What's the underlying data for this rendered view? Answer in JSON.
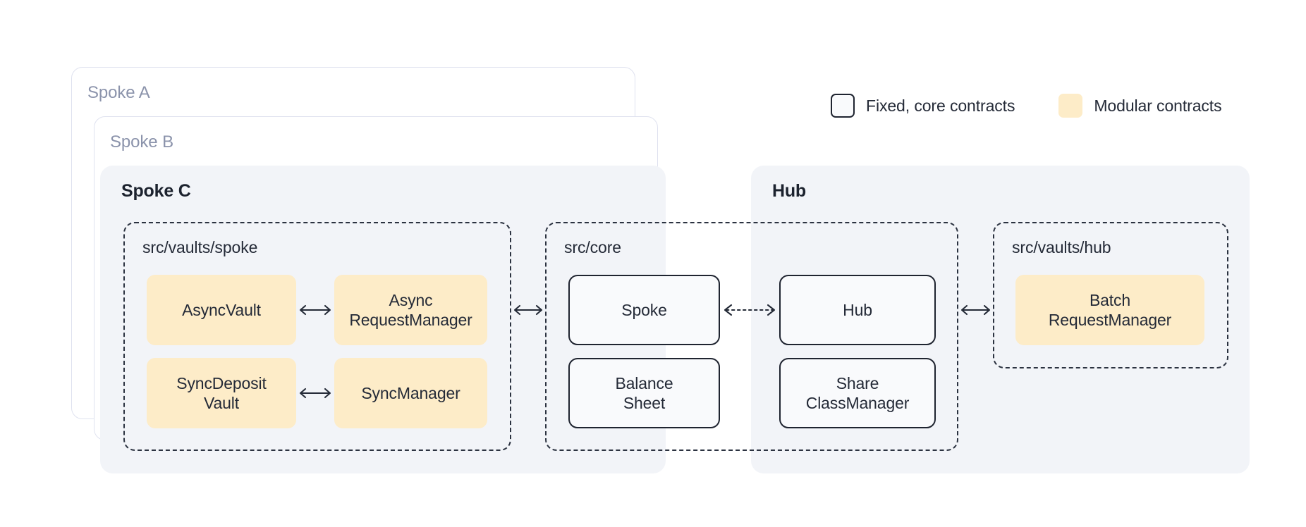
{
  "legend": {
    "items": [
      {
        "label": "Fixed, core contracts",
        "swatch": "outlined-square-swatch",
        "color": "#f9fafc",
        "border": "#1f2430"
      },
      {
        "label": "Modular contracts",
        "swatch": "filled-square-swatch",
        "color": "#fdecc8"
      }
    ]
  },
  "ghost_cards": [
    {
      "title": "Spoke A"
    },
    {
      "title": "Spoke B"
    }
  ],
  "panels": [
    {
      "title": "Spoke C",
      "groups": [
        {
          "label": "src/vaults/spoke",
          "nodes": [
            {
              "label": "AsyncVault",
              "kind": "modular"
            },
            {
              "label": "Async\nRequestManager",
              "line1": "Async",
              "line2": "RequestManager",
              "kind": "modular"
            },
            {
              "label": "SyncDeposit\nVault",
              "line1": "SyncDeposit",
              "line2": "Vault",
              "kind": "modular"
            },
            {
              "label": "SyncManager",
              "kind": "modular"
            }
          ]
        }
      ]
    },
    {
      "title": "Hub",
      "groups": [
        {
          "label": "src/core",
          "nodes": [
            {
              "label": "Spoke",
              "kind": "core"
            },
            {
              "label": "Balance\nSheet",
              "line1": "Balance",
              "line2": "Sheet",
              "kind": "core"
            },
            {
              "label": "Hub",
              "kind": "core"
            },
            {
              "label": "Share\nClassManager",
              "line1": "Share",
              "line2": "ClassManager",
              "kind": "core"
            }
          ]
        },
        {
          "label": "src/vaults/hub",
          "nodes": [
            {
              "label": "Batch\nRequestManager",
              "line1": "Batch",
              "line2": "RequestManager",
              "kind": "modular"
            }
          ]
        }
      ]
    }
  ],
  "connections": [
    {
      "from": "AsyncVault",
      "to": "AsyncRequestManager",
      "style": "solid",
      "heads": "both",
      "glyph": "bidirectional-arrow-icon"
    },
    {
      "from": "SyncDepositVault",
      "to": "SyncManager",
      "style": "solid",
      "heads": "both",
      "glyph": "bidirectional-arrow-icon"
    },
    {
      "from": "src/vaults/spoke",
      "to": "src/core",
      "style": "solid",
      "heads": "both",
      "glyph": "bidirectional-arrow-icon"
    },
    {
      "from": "Spoke",
      "to": "Hub",
      "style": "dotted",
      "heads": "both",
      "glyph": "bidirectional-dotted-arrow-icon"
    },
    {
      "from": "src/core",
      "to": "src/vaults/hub",
      "style": "solid",
      "heads": "both",
      "glyph": "bidirectional-arrow-icon"
    }
  ],
  "colors": {
    "background": "#ffffff",
    "panel_bg": "#f2f4f8",
    "modular_fill": "#fdecc8",
    "core_fill": "#f9fafc",
    "core_stroke": "#1f2430",
    "dashed_stroke": "#2b3240",
    "text": "#242a37",
    "ghost_title_text": "#8b93ab",
    "ghost_border": "#dfe2ef"
  }
}
